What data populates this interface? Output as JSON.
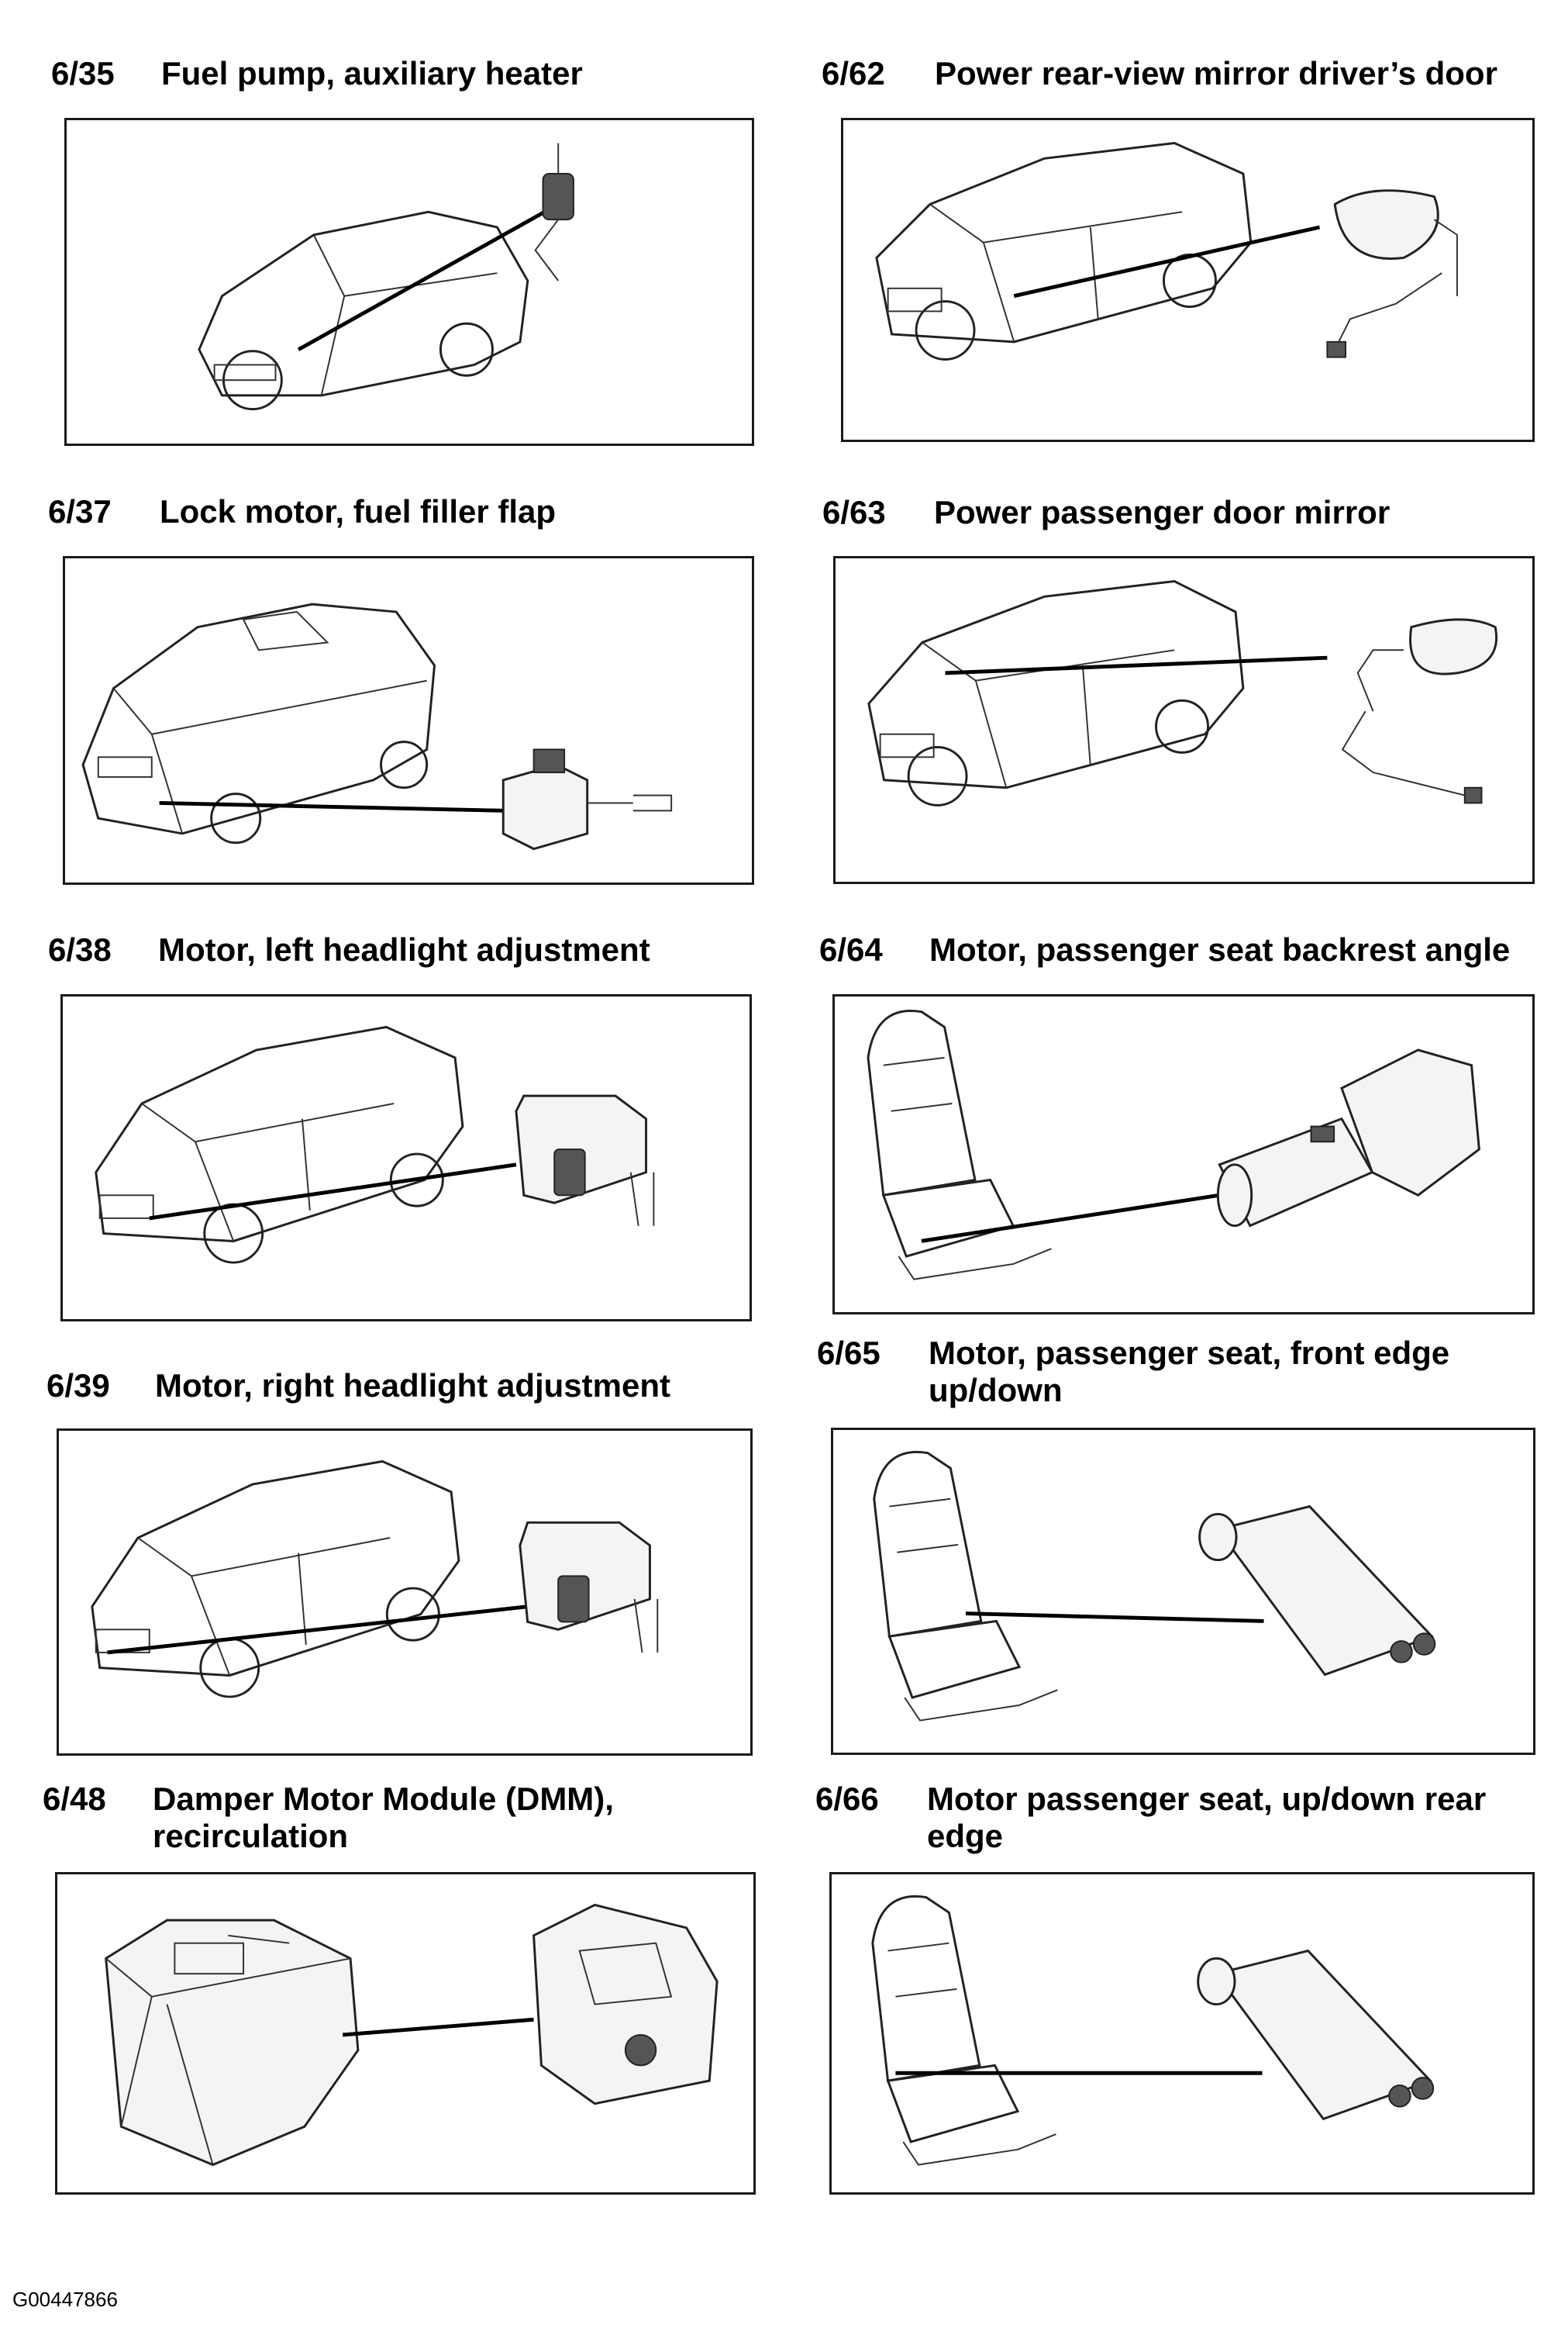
{
  "sections": [
    {
      "code": "6/35",
      "title": "Fuel pump, auxiliary heater",
      "icon": "car-with-fuel-pump"
    },
    {
      "code": "6/62",
      "title": "Power rear-view mirror driver’s door",
      "icon": "car-with-door-mirror"
    },
    {
      "code": "6/37",
      "title": "Lock motor, fuel filler flap",
      "icon": "car-rear-with-lock-motor"
    },
    {
      "code": "6/63",
      "title": "Power passenger door mirror",
      "icon": "car-with-door-mirror"
    },
    {
      "code": "6/38",
      "title": "Motor, left headlight adjustment",
      "icon": "car-with-headlight-motor"
    },
    {
      "code": "6/64",
      "title": "Motor, passenger seat backrest angle",
      "icon": "seat-with-backrest-motor"
    },
    {
      "code": "6/39",
      "title": "Motor, right headlight adjustment",
      "icon": "car-with-headlight-motor"
    },
    {
      "code": "6/65",
      "title": "Motor, passenger seat, front edge",
      "title_line2": "up/down",
      "icon": "seat-with-motor"
    },
    {
      "code": "6/48",
      "title": "Damper Motor Module (DMM),",
      "title_line2": "recirculation",
      "icon": "hvac-unit-with-damper-motor"
    },
    {
      "code": "6/66",
      "title": "Motor passenger seat, up/down rear",
      "title_line2": "edge",
      "icon": "seat-with-motor"
    }
  ],
  "document_id": "G00447866"
}
